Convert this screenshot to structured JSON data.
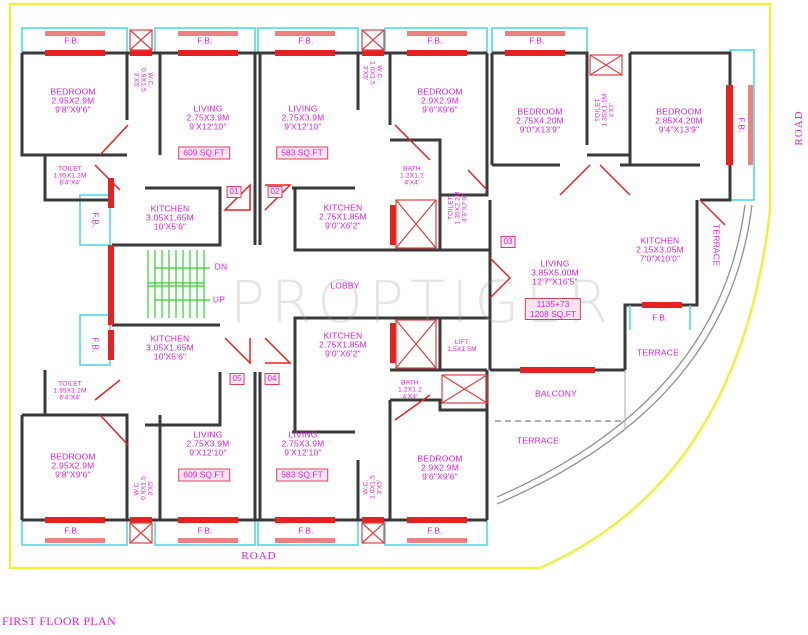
{
  "plan": {
    "title": "FIRST FLOOR PLAN",
    "watermark": "PROPTIGER",
    "road_labels": {
      "bottom": "ROAD",
      "right": "ROAD"
    },
    "colors": {
      "wall": "#3a3a3a",
      "window": "#e82020",
      "balcony_outline": "#40d8e0",
      "text": "#e020e0",
      "stairs": "#30d030",
      "plot_boundary": "#f0f040"
    },
    "flat_numbers": [
      "01",
      "02",
      "03",
      "04",
      "05"
    ],
    "rooms": {
      "flat01": {
        "bedroom": {
          "name": "BEDROOM",
          "metric": "2.95X2.9M",
          "imperial": "9'8\"X9'6\""
        },
        "wc": {
          "name": "W.C.",
          "metric": "0.9X1.5",
          "imperial": "3'X5'"
        },
        "living": {
          "name": "LIVING",
          "metric": "2.75X3.9M",
          "imperial": "9'X12'10\"",
          "area": "609  SQ.FT"
        },
        "toilet": {
          "name": "TOILET",
          "metric": "1.95X1.2M",
          "imperial": "6'4\"X4'"
        },
        "kitchen": {
          "name": "KITCHEN",
          "metric": "3.05X1.65M",
          "imperial": "10'X5'6\""
        }
      },
      "flat02": {
        "living": {
          "name": "LIVING",
          "metric": "2.75X3.9M",
          "imperial": "9'X12'10\"",
          "area": "583  SQ.FT"
        },
        "wc": {
          "name": "W.C.",
          "metric": "1.0X1.5",
          "imperial": "3'X5'"
        },
        "bedroom": {
          "name": "BEDROOM",
          "metric": "2.9X2.9M",
          "imperial": "9'6\"X9'6\""
        },
        "bath": {
          "name": "BATH",
          "metric": "1.2X1.2",
          "imperial": "4'X4'"
        },
        "kitchen": {
          "name": "KITCHEN",
          "metric": "2.75X1.85M",
          "imperial": "9'0\"X6'2\""
        }
      },
      "flat03": {
        "bedroom1": {
          "name": "BEDROOM",
          "metric": "2.75X4.20M",
          "imperial": "9'0\"X13'9\""
        },
        "toilet1": {
          "name": "TOILET",
          "metric": "1.35X1.1M",
          "imperial": "4'X7'"
        },
        "bedroom2": {
          "name": "BEDROOM",
          "metric": "2.85X4.20M",
          "imperial": "9'4\"X13'9\""
        },
        "toilet2": {
          "name": "TOILET",
          "metric": "1.35X2.2M",
          "imperial": "4'6\"X7'0\""
        },
        "living": {
          "name": "LIVING",
          "metric": "3.85X5.00M",
          "imperial": "12'7\"X16'5\"",
          "area_line1": "1135+73",
          "area_line2": "1208  SQ.FT"
        },
        "kitchen": {
          "name": "KITCHEN",
          "metric": "2.15X3.05M",
          "imperial": "7'0\"X10'0\""
        },
        "balcony": {
          "name": "BALCONY"
        },
        "terrace_right": {
          "name": "TERRACE"
        },
        "terrace_kitchen": {
          "name": "TERRACE"
        },
        "terrace_bottom": {
          "name": "TERRACE"
        }
      },
      "flat04": {
        "kitchen": {
          "name": "KITCHEN",
          "metric": "2.75X1.85M",
          "imperial": "9'0\"X6'2\""
        },
        "bath": {
          "name": "BATH",
          "metric": "1.2X1.2",
          "imperial": "4'X4'"
        },
        "living": {
          "name": "LIVING",
          "metric": "2.75X3.9M",
          "imperial": "9'X12'10\"",
          "area": "583  SQ.FT"
        },
        "wc": {
          "name": "W.C.",
          "metric": "1.0X1.5",
          "imperial": "3'X5'"
        },
        "bedroom": {
          "name": "BEDROOM",
          "metric": "2.9X2.9M",
          "imperial": "9'6\"X9'6\""
        }
      },
      "flat05": {
        "kitchen": {
          "name": "KITCHEN",
          "metric": "3.05X1.65M",
          "imperial": "10'X5'6\""
        },
        "toilet": {
          "name": "TOILET",
          "metric": "1.95X1.2M",
          "imperial": "6'4\"X4'"
        },
        "bedroom": {
          "name": "BEDROOM",
          "metric": "2.95X2.9M",
          "imperial": "9'8\"X9'6\""
        },
        "wc": {
          "name": "W.C.",
          "metric": "0.9X1.5",
          "imperial": "3'X5'"
        },
        "living": {
          "name": "LIVING",
          "metric": "2.75X3.9M",
          "imperial": "9'X12'10\"",
          "area": "609  SQ.FT"
        }
      },
      "common": {
        "lobby": "LOBBY",
        "lift": {
          "name": "LIFT",
          "metric": "1.5X1.5M"
        },
        "stairs_dn": "DN",
        "stairs_up": "UP",
        "fb": "F.B."
      }
    }
  }
}
